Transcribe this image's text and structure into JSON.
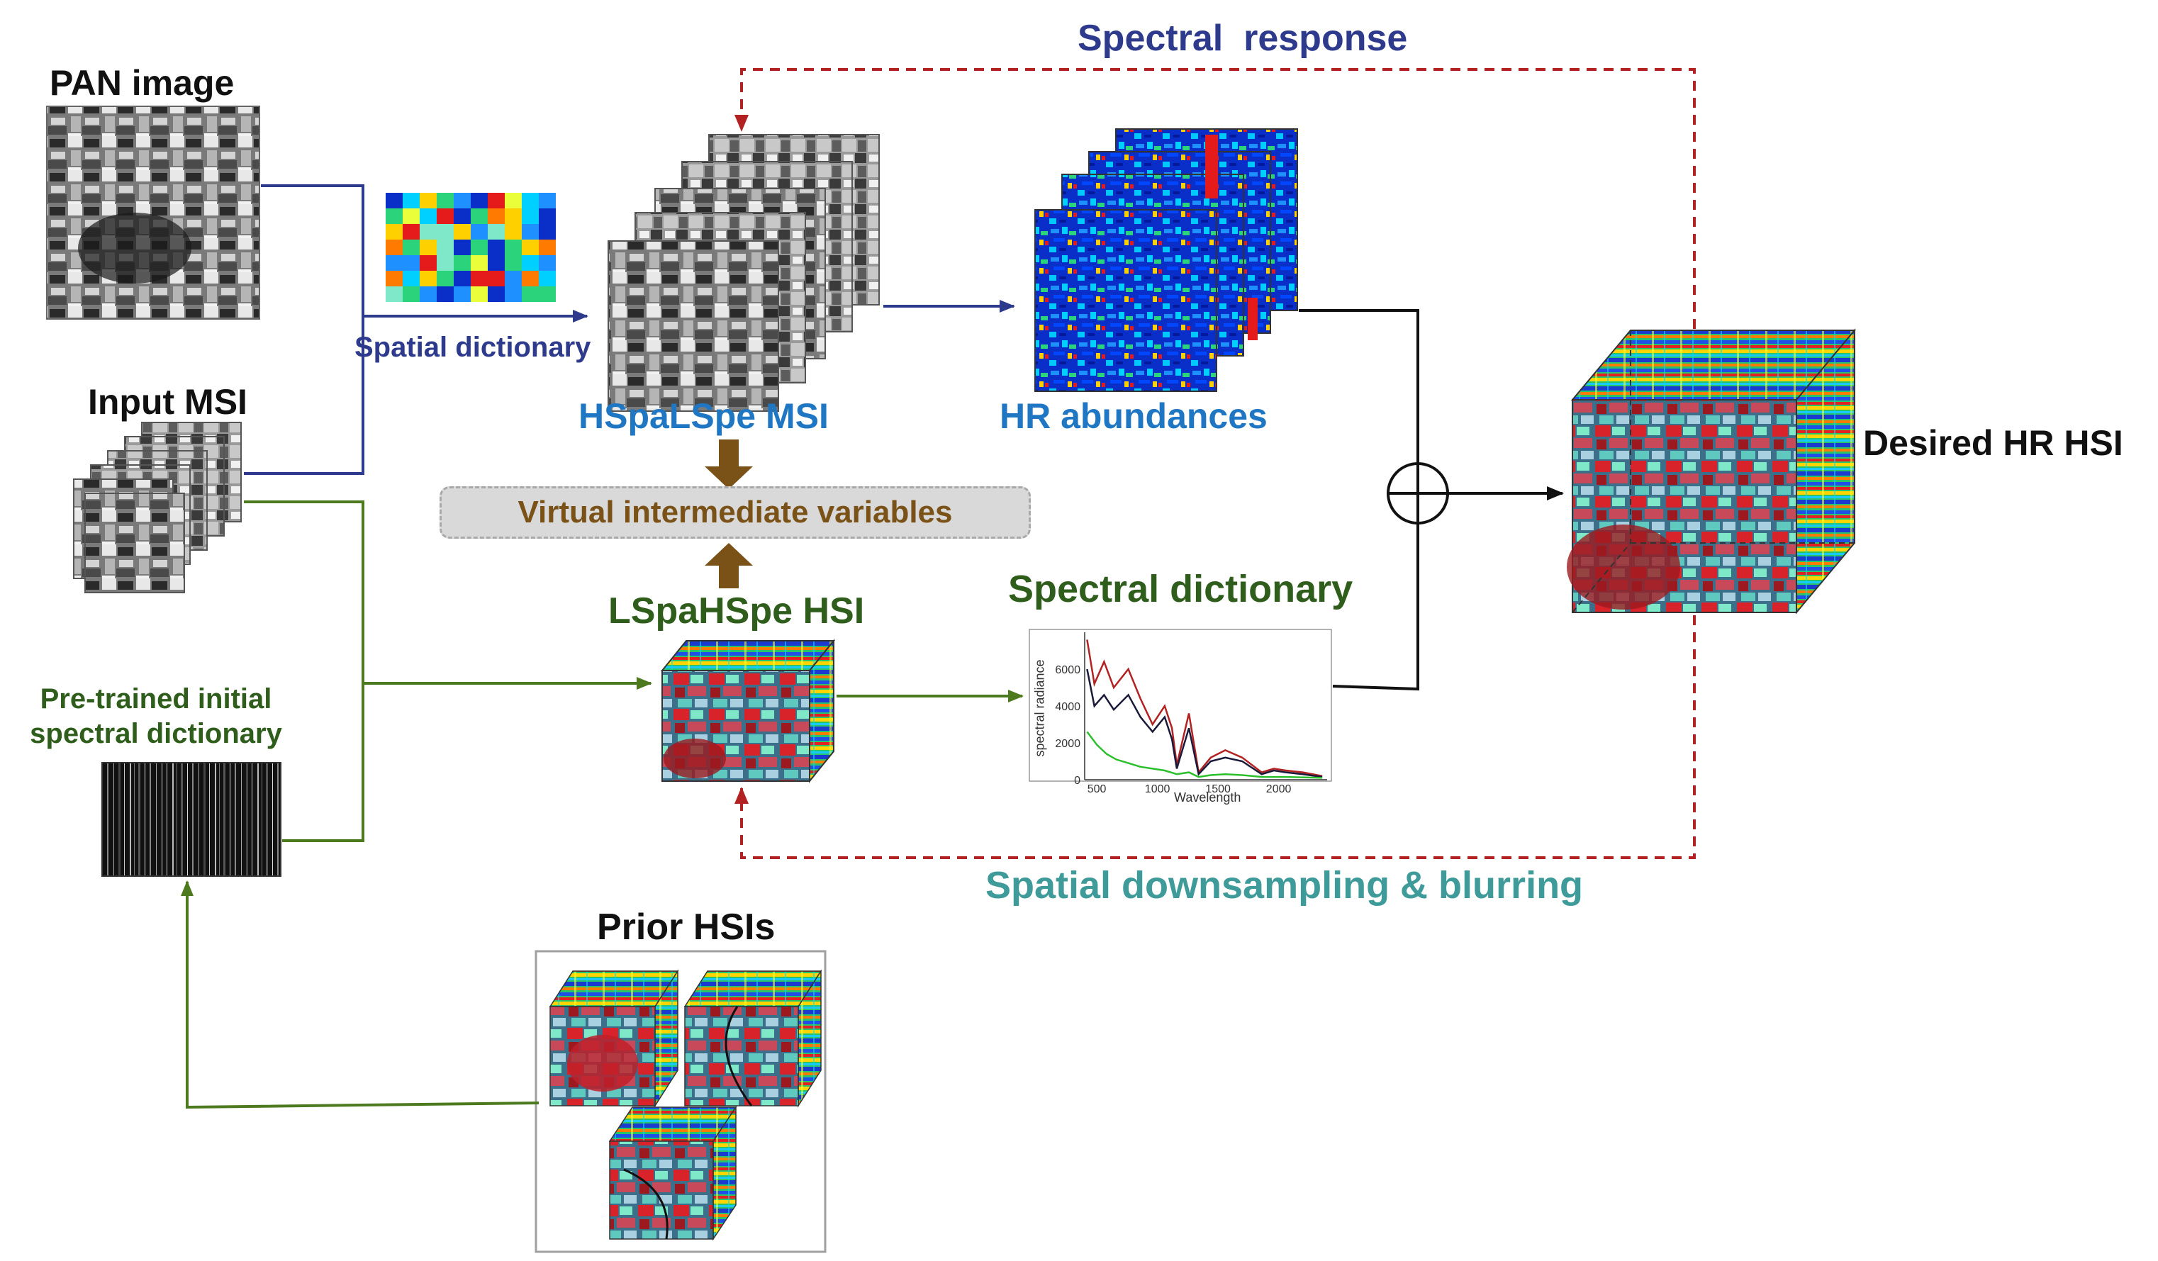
{
  "labels": {
    "pan_image": "PAN image",
    "input_msi": "Input MSI",
    "spatial_dictionary": "Spatial dictionary",
    "hspalspe_msi": "HSpaLSpe MSI",
    "hr_abundances": "HR abundances",
    "spectral_response": "Spectral  response",
    "virtual_intermediate": "Virtual intermediate variables",
    "lspahspe_hsi": "LSpaHSpe HSI",
    "spectral_dictionary": "Spectral dictionary",
    "desired_hr_hsi": "Desired HR HSI",
    "pretrained_line1": "Pre-trained initial",
    "pretrained_line2": "spectral dictionary",
    "spatial_downsampling": "Spatial downsampling & blurring",
    "prior_hsis": "Prior HSIs"
  },
  "spectral_plot": {
    "ylabel": "spectral radiance",
    "xlabel": "Wavelength",
    "y_ticks": [
      "6000",
      "4000",
      "2000",
      "0"
    ],
    "x_ticks": [
      "500",
      "1000",
      "1500",
      "2000"
    ]
  },
  "colors": {
    "spectral_response_arrow": "#b22222",
    "msi_branch": "#2e3a8c",
    "hsi_branch": "#4d7a1f",
    "fusion": "#111111",
    "brown_arrow": "#7a5218"
  }
}
